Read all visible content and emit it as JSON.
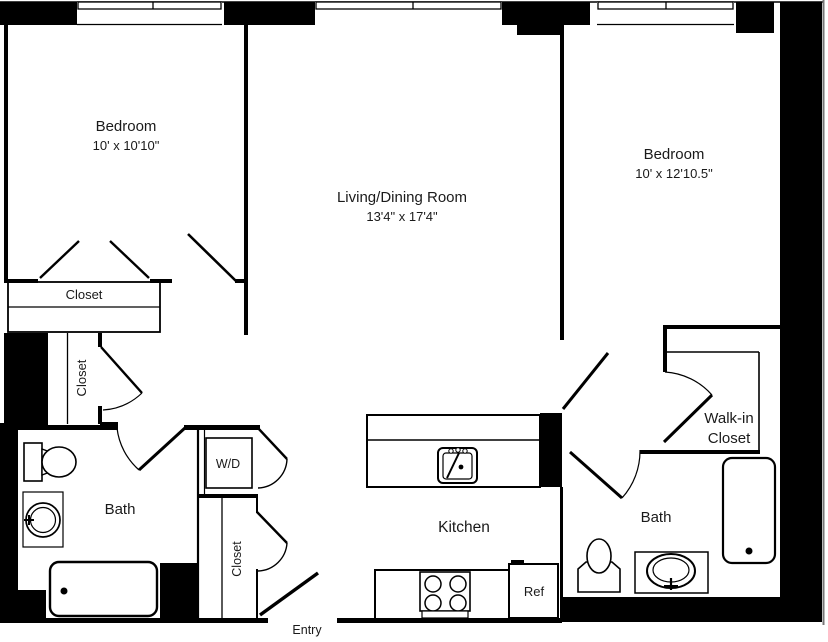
{
  "plan": {
    "type": "apartment-floor-plan",
    "colors": {
      "walls": "#000000",
      "lines": "#000000",
      "background": "#ffffff",
      "text": "#1a1a1a"
    },
    "rooms": {
      "bedroom_left": {
        "label": "Bedroom",
        "dims": "10' x 10'10\""
      },
      "living_dining": {
        "label": "Living/Dining Room",
        "dims": "13'4\" x 17'4\""
      },
      "bedroom_right": {
        "label": "Bedroom",
        "dims": "10' x 12'10.5\""
      },
      "bath_left": {
        "label": "Bath"
      },
      "bath_right": {
        "label": "Bath"
      },
      "kitchen": {
        "label": "Kitchen"
      },
      "entry": {
        "label": "Entry"
      },
      "walk_in_closet": {
        "line1": "Walk-in",
        "line2": "Closet"
      },
      "closet_bedroom": {
        "label": "Closet"
      },
      "closet_hall": {
        "label": "Closet"
      },
      "closet_linen": {
        "label": "Closet"
      },
      "washer_dryer": {
        "label": "W/D"
      },
      "refrigerator": {
        "label": "Ref"
      }
    }
  }
}
